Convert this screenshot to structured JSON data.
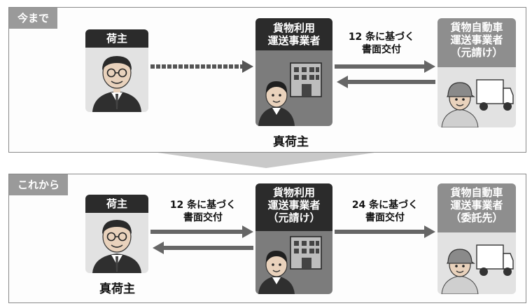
{
  "top": {
    "tag": "今まで",
    "shipper_label": "荷主",
    "forwarder_line1": "貨物利用",
    "forwarder_line2": "運送事業者",
    "carrier_line1": "貨物自動車",
    "carrier_line2": "運送事業者",
    "carrier_line3": "（元請け）",
    "document_line1": "12 条に基づく",
    "document_line2": "書面交付",
    "true_shipper": "真荷主"
  },
  "bottom": {
    "tag": "これから",
    "shipper_label": "荷主",
    "forwarder_line1": "貨物利用",
    "forwarder_line2": "運送事業者",
    "forwarder_line3": "（元請け）",
    "carrier_line1": "貨物自動車",
    "carrier_line2": "運送事業者",
    "carrier_line3": "（委託先）",
    "document_left_line1": "12 条に基づく",
    "document_left_line2": "書面交付",
    "document_right_line1": "24 条に基づく",
    "document_right_line2": "書面交付",
    "true_shipper": "真荷主"
  },
  "icons": [
    "businessman-icon",
    "building-icon",
    "worker-icon",
    "truck-icon",
    "arrow-right-icon",
    "arrow-left-icon",
    "transition-arrow-icon"
  ],
  "colors": {
    "panel_tag": "#9a9a9a",
    "dark_header": "#2b2b2b",
    "gray_header": "#8e8e8e",
    "arrow": "#666666"
  }
}
